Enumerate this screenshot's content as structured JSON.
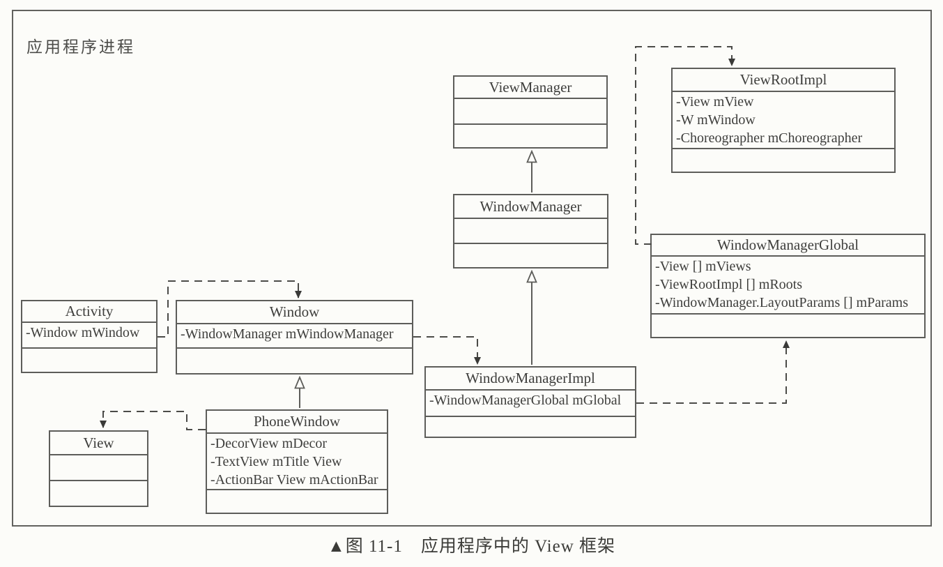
{
  "diagram": {
    "process_label": "应用程序进程",
    "caption": {
      "figure": "▲图 11-1",
      "title": "应用程序中的 View 框架"
    },
    "colors": {
      "line": "#5d5d5a",
      "text": "#3e3e3c",
      "background": "#fcfcf9"
    },
    "classes": {
      "activity": {
        "name": "Activity",
        "fields": [
          "-Window mWindow"
        ]
      },
      "window": {
        "name": "Window",
        "fields": [
          "-WindowManager mWindowManager"
        ]
      },
      "view": {
        "name": "View",
        "fields": []
      },
      "phone_window": {
        "name": "PhoneWindow",
        "fields": [
          "-DecorView mDecor",
          "-TextView mTitle View",
          "-ActionBar View mActionBar"
        ]
      },
      "view_manager": {
        "name": "ViewManager",
        "fields": []
      },
      "window_manager": {
        "name": "WindowManager",
        "fields": []
      },
      "window_manager_impl": {
        "name": "WindowManagerImpl",
        "fields": [
          "-WindowManagerGlobal mGlobal"
        ]
      },
      "view_root_impl": {
        "name": "ViewRootImpl",
        "fields": [
          "-View mView",
          "-W mWindow",
          "-Choreographer mChoreographer"
        ]
      },
      "window_manager_global": {
        "name": "WindowManagerGlobal",
        "fields": [
          "-View [] mViews",
          "-ViewRootImpl [] mRoots",
          "-WindowManager.LayoutParams [] mParams"
        ]
      }
    },
    "relations": [
      {
        "type": "generalization",
        "from": "WindowManager",
        "to": "ViewManager"
      },
      {
        "type": "generalization",
        "from": "WindowManagerImpl",
        "to": "WindowManager"
      },
      {
        "type": "generalization",
        "from": "PhoneWindow",
        "to": "Window"
      },
      {
        "type": "dependency",
        "from": "Activity.mWindow",
        "to": "Window"
      },
      {
        "type": "dependency",
        "from": "Window.mWindowManager",
        "to": "WindowManagerImpl"
      },
      {
        "type": "dependency",
        "from": "WindowManagerImpl.mGlobal",
        "to": "WindowManagerGlobal"
      },
      {
        "type": "dependency",
        "from": "WindowManagerGlobal.mRoots",
        "to": "ViewRootImpl"
      },
      {
        "type": "dependency",
        "from": "PhoneWindow.mDecor",
        "to": "View"
      }
    ]
  }
}
